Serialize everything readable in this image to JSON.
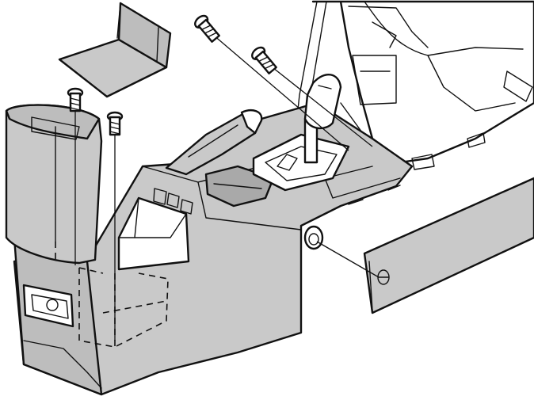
{
  "illustration": {
    "colors": {
      "panel_fill": "#c9c9c9",
      "panel_fill_dark": "#a9a9a9",
      "ink": "#111111",
      "background": "#ffffff"
    },
    "parts": [
      "storage-tray",
      "screw",
      "armrest-lid",
      "center-console",
      "gear-selector",
      "handbrake-lever",
      "side-trim-panel",
      "dashboard-surround"
    ]
  }
}
